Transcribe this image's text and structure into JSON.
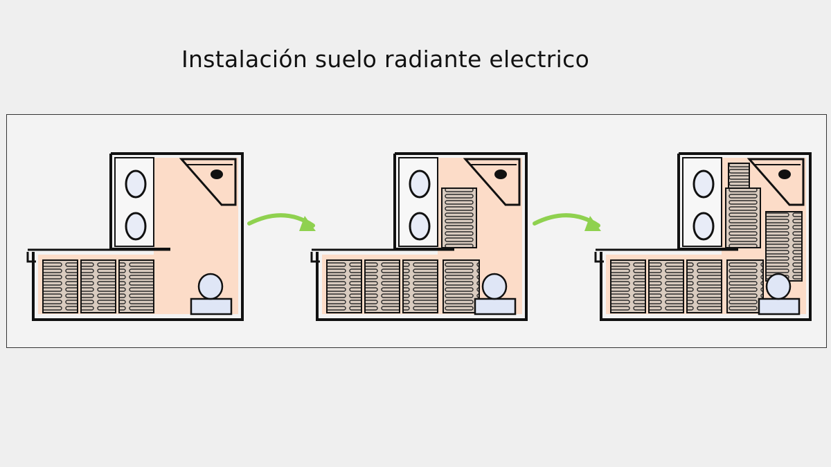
{
  "title": "Instalación suelo radiante electrico",
  "colors": {
    "background": "#efefef",
    "floor": "#fcdcc8",
    "wall": "#111111",
    "heating_mat": "#d9cbbf",
    "sink_basin": "#e8ecf7",
    "toilet": "#dfe6f6",
    "arrow": "#8fd14f"
  },
  "steps": [
    {
      "heating_mats": "lower-row"
    },
    {
      "heating_mats": "lower-row-and-center"
    },
    {
      "heating_mats": "full-floor"
    }
  ],
  "arrows": [
    {
      "from_step": 1,
      "to_step": 2,
      "color": "#8fd14f"
    },
    {
      "from_step": 2,
      "to_step": 3,
      "color": "#8fd14f"
    }
  ]
}
